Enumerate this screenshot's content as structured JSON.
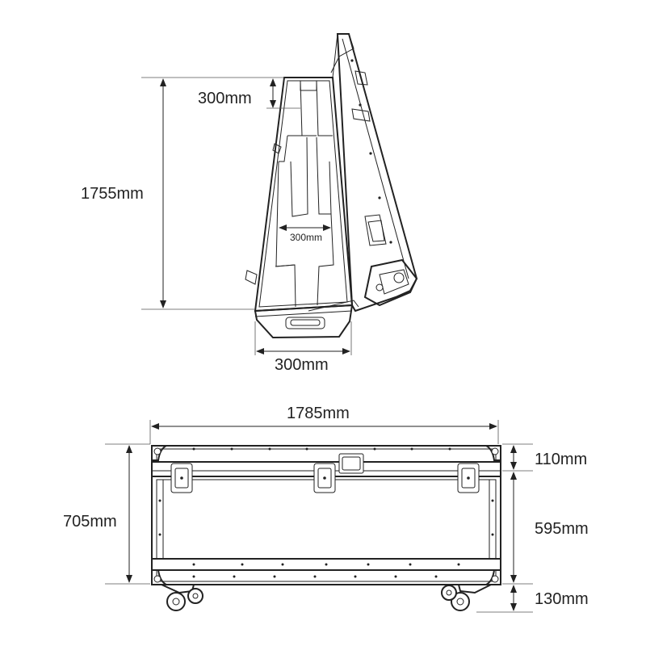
{
  "dimensions": {
    "top_view": {
      "height": "1755mm",
      "compartment": "300mm",
      "inner_width": "300mm",
      "depth": "300mm"
    },
    "front_view": {
      "width": "1785mm",
      "height": "705mm",
      "lid": "110mm",
      "body": "595mm",
      "casters": "130mm"
    }
  }
}
